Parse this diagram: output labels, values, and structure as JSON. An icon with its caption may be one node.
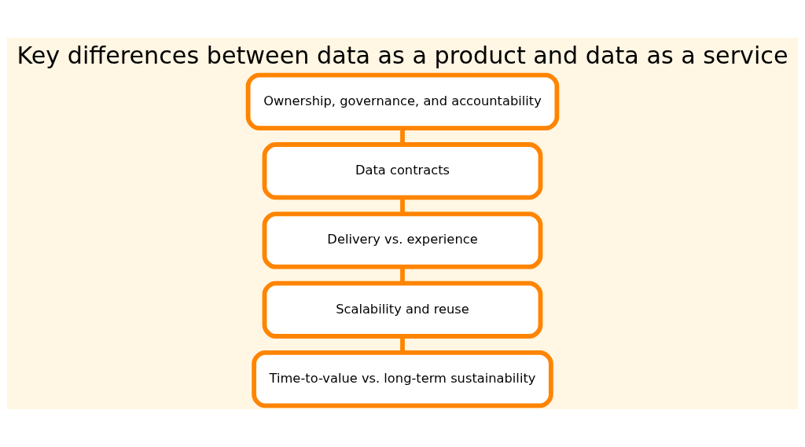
{
  "diagram": {
    "title": "Key differences between data as a product and data as a service",
    "nodes": [
      {
        "text": [
          "Ownership, governance, and accountability"
        ]
      },
      {
        "text": [
          "Data contracts"
        ]
      },
      {
        "text": [
          "Delivery vs. experience"
        ]
      },
      {
        "text": [
          "Scalability and reuse"
        ]
      },
      {
        "text": [
          "Time-to-value vs. long-term sustainability"
        ]
      }
    ],
    "edges": [
      {
        "from": 0,
        "to": 1,
        "arrow": "none"
      },
      {
        "from": 1,
        "to": 2,
        "arrow": "none"
      },
      {
        "from": 2,
        "to": 3,
        "arrow": "none"
      },
      {
        "from": 3,
        "to": 4,
        "arrow": "none"
      }
    ]
  }
}
